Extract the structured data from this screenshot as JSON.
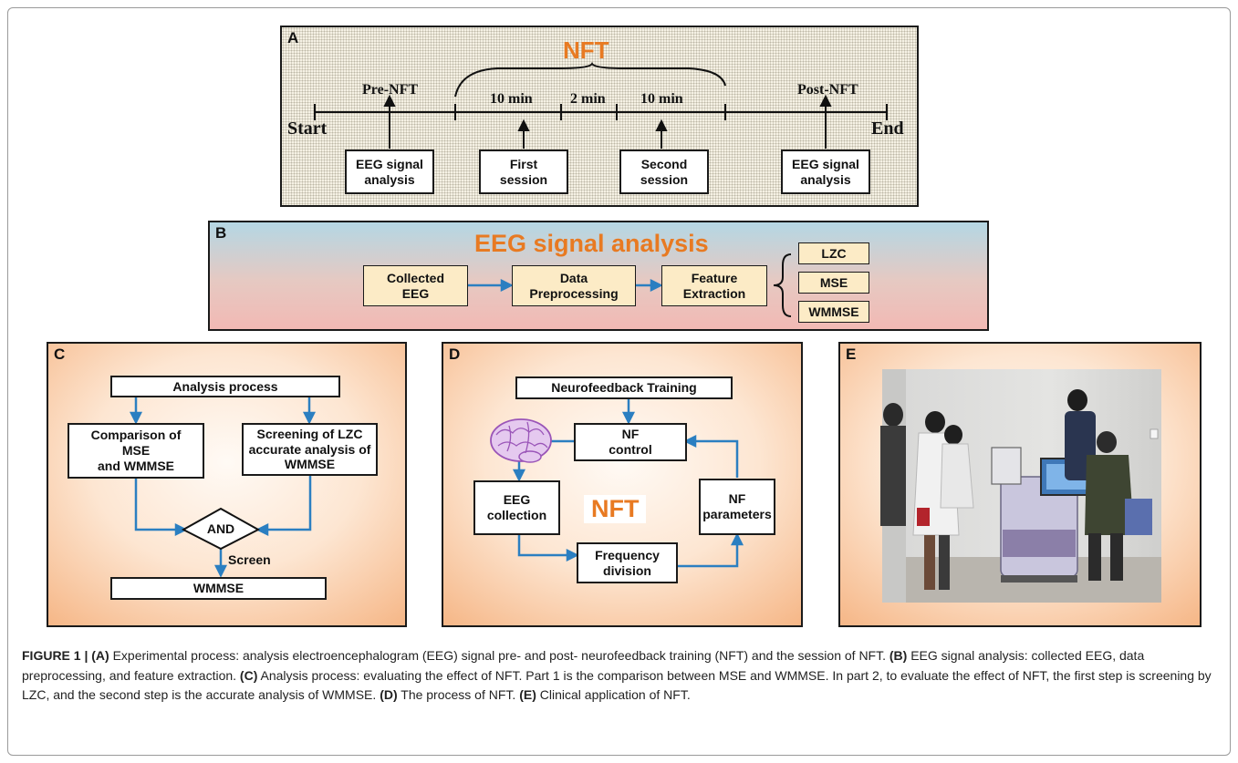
{
  "panel_a": {
    "letter": "A",
    "title": "NFT",
    "start": "Start",
    "end": "End",
    "pre": "Pre-NFT",
    "post": "Post-NFT",
    "dur1": "10 min",
    "dur2": "2 min",
    "dur3": "10 min",
    "boxes": [
      "EEG signal\nanalysis",
      "First\nsession",
      "Second\nsession",
      "EEG signal\nanalysis"
    ]
  },
  "panel_b": {
    "letter": "B",
    "title": "EEG signal analysis",
    "steps": [
      "Collected\nEEG",
      "Data\nPreprocessing",
      "Feature\nExtraction"
    ],
    "features": [
      "LZC",
      "MSE",
      "WMMSE"
    ]
  },
  "panel_c": {
    "letter": "C",
    "top": "Analysis process",
    "left": "Comparison of\nMSE\nand WMMSE",
    "right": "Screening of LZC\naccurate analysis of\nWMMSE",
    "and": "AND",
    "screen": "Screen",
    "bottom": "WMMSE"
  },
  "panel_d": {
    "letter": "D",
    "top": "Neurofeedback Training",
    "control": "NF\ncontrol",
    "collection": "EEG\ncollection",
    "center": "NFT",
    "params": "NF\nparameters",
    "freq": "Frequency\ndivision"
  },
  "panel_e": {
    "letter": "E"
  },
  "caption": {
    "lead": "FIGURE 1 | (A)",
    "a": " Experimental process: analysis electroencephalogram (EEG) signal pre- and post- neurofeedback training (NFT) and the session of NFT. ",
    "b_tag": "(B)",
    "b": " EEG signal analysis: collected EEG, data preprocessing, and feature extraction. ",
    "c_tag": "(C)",
    "c": " Analysis process: evaluating the effect of NFT. Part 1 is the comparison between MSE and WMMSE. In part 2, to evaluate the effect of NFT, the first step is screening by LZC, and the second step is the accurate analysis of WMMSE. ",
    "d_tag": "(D)",
    "d": " The process of NFT. ",
    "e_tag": "(E)",
    "e": " Clinical application of NFT."
  },
  "colors": {
    "accent_orange": "#e87a22",
    "arrow_blue": "#2b7fc1",
    "box_cream": "#fcebc6"
  }
}
